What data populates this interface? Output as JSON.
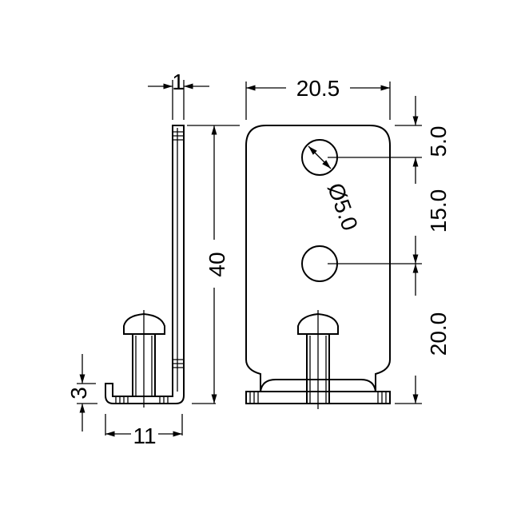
{
  "title": "Mounting bracket technical drawing",
  "dimensions": {
    "thickness": "1",
    "height": "40",
    "flange_height": "3",
    "depth": "11",
    "width": "20.5",
    "top_to_hole": "5.0",
    "hole_spacing": "15.0",
    "hole_to_bottom": "20.0",
    "hole_diameter": "Ø5.0"
  },
  "colors": {
    "line": "#000000",
    "background": "#ffffff"
  }
}
